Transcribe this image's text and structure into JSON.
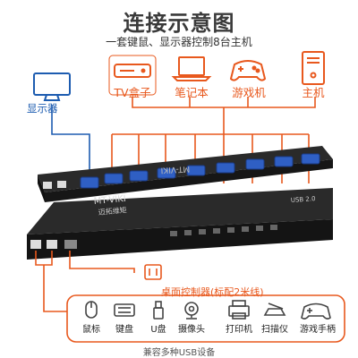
{
  "title": "连接示意图",
  "subtitle": "一套键鼠、显示器控制8台主机",
  "monitor_label": "显示器",
  "computers": [
    {
      "label": "TV盒子",
      "icon": "tv-box-icon"
    },
    {
      "label": "笔记本",
      "icon": "laptop-icon"
    },
    {
      "label": "游戏机",
      "icon": "gamepad-icon"
    },
    {
      "label": "主机",
      "icon": "pc-tower-icon"
    }
  ],
  "kvm_brand": "MT-VIKI",
  "kvm_brand_cn": "迈拓维矩",
  "kvm_model": "USB 2.0",
  "desktop_controller_label": "桌面控制器(标配2米线)",
  "usb_devices": [
    {
      "label": "鼠标",
      "icon": "mouse-icon"
    },
    {
      "label": "键盘",
      "icon": "keyboard-icon"
    },
    {
      "label": "U盘",
      "icon": "usb-drive-icon"
    },
    {
      "label": "摄像头",
      "icon": "webcam-icon"
    },
    {
      "label": "打印机",
      "icon": "printer-icon"
    },
    {
      "label": "扫描仪",
      "icon": "scanner-icon"
    },
    {
      "label": "游戏手柄",
      "icon": "gamepad-icon"
    }
  ],
  "compat_label": "兼容多种USB设备",
  "colors": {
    "accent": "#e8581d",
    "monitor": "#1d5cb0",
    "device": "#1e1e1e",
    "vga": "#2f5fc4"
  }
}
